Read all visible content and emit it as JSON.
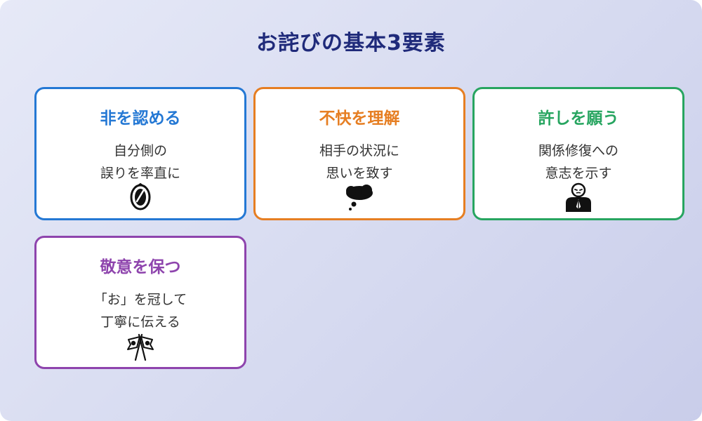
{
  "title": "お詫びの基本3要素",
  "colors": {
    "title": "#1f2a7a",
    "card1": "#2478d4",
    "card2": "#e67e22",
    "card3": "#27a560",
    "card4": "#8e44ad"
  },
  "cards": [
    {
      "title": "非を認める",
      "lines": [
        "自分側の",
        "誤りを率直に"
      ],
      "icon": "mirror-icon"
    },
    {
      "title": "不快を理解",
      "lines": [
        "相手の状況に",
        "思いを致す"
      ],
      "icon": "thought-bubble-icon"
    },
    {
      "title": "許しを願う",
      "lines": [
        "関係修復への",
        "意志を示す"
      ],
      "icon": "bowing-person-icon"
    },
    {
      "title": "敬意を保つ",
      "lines": [
        "「お」を冠して",
        "丁寧に伝える"
      ],
      "icon": "crossed-flags-icon"
    }
  ]
}
